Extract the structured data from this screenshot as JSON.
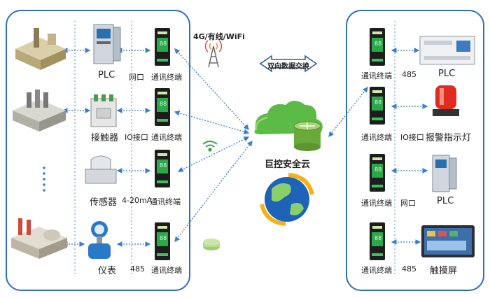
{
  "left": {
    "devices": [
      "PLC",
      "接触器",
      "传感器",
      "仪表"
    ],
    "ports": [
      "网口",
      "IO接口",
      "4-20mA",
      "485"
    ],
    "terminal": "通讯终端"
  },
  "right": {
    "devices": [
      "PLC",
      "报警指示灯",
      "PLC",
      "触摸屏"
    ],
    "ports": [
      "485",
      "IO接口",
      "网口",
      "485"
    ],
    "terminal": "通讯终端"
  },
  "network": {
    "wireless": "4G/有线/WiFi",
    "exchange": "双向数据交换",
    "cloud": "巨控安全云"
  },
  "terminal_screen_text": "88"
}
